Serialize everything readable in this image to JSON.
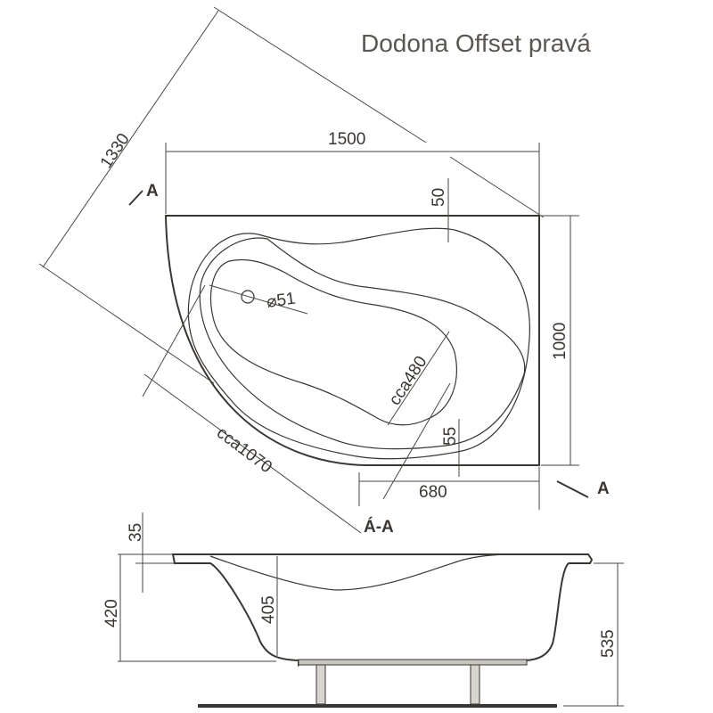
{
  "title": "Dodona Offset pravá",
  "top_view": {
    "width": "1500",
    "depth": "1000",
    "diagonal": "1330",
    "front_length": "cca1070",
    "basin_width": "cca480",
    "drain": "⌀51",
    "rim_back": "50",
    "rim_front": "55",
    "offset": "680",
    "section_mark_left": "A",
    "section_mark_right": "A"
  },
  "side_view": {
    "section_label": "Á-A",
    "rim_thickness": "35",
    "height": "420",
    "depth": "405",
    "total_height": "535"
  },
  "colors": {
    "line": "#3a3632",
    "title": "#5a5652"
  }
}
